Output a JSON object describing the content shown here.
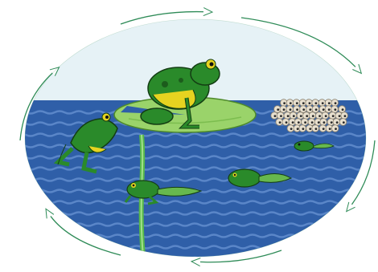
{
  "diagram": {
    "stages": [
      {
        "name": "adult-frog-on-lily-pad"
      },
      {
        "name": "egg-mass"
      },
      {
        "name": "early-tadpole"
      },
      {
        "name": "tadpole"
      },
      {
        "name": "tadpole-with-legs"
      },
      {
        "name": "froglet"
      }
    ],
    "cycle_arrows": 6,
    "colors": {
      "sky": "#e6f2f6",
      "water": "#2f5fa8",
      "wave": "#5a86c8",
      "lily_pad": "#9ad36a",
      "stem": "#57b84a",
      "frog_green": "#2a8a2a",
      "frog_yellow": "#e6d320",
      "egg": "#e8e0cf",
      "arrow": "#2e8b57"
    }
  }
}
